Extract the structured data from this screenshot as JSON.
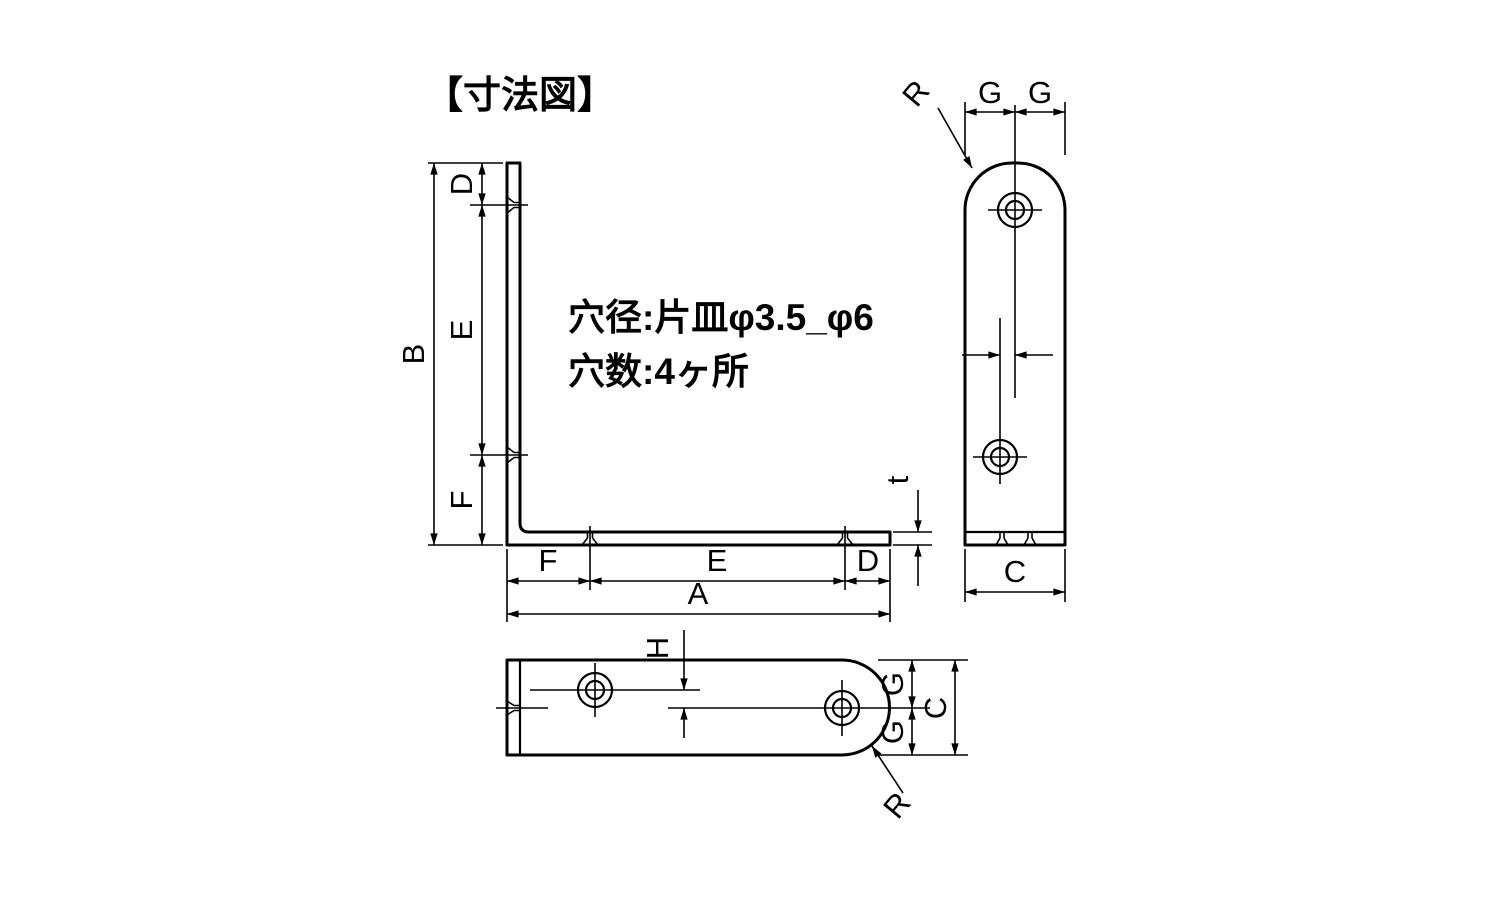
{
  "title": "【寸法図】",
  "notes": {
    "hole_diameter": "穴径:片皿φ3.5_φ6",
    "hole_count": "穴数:4ヶ所"
  },
  "dims": {
    "A": "A",
    "B": "B",
    "C": "C",
    "D": "D",
    "E": "E",
    "F": "F",
    "G": "G",
    "H": "H",
    "R": "R",
    "t": "t"
  },
  "colors": {
    "line": "#000000",
    "background": "#ffffff"
  }
}
